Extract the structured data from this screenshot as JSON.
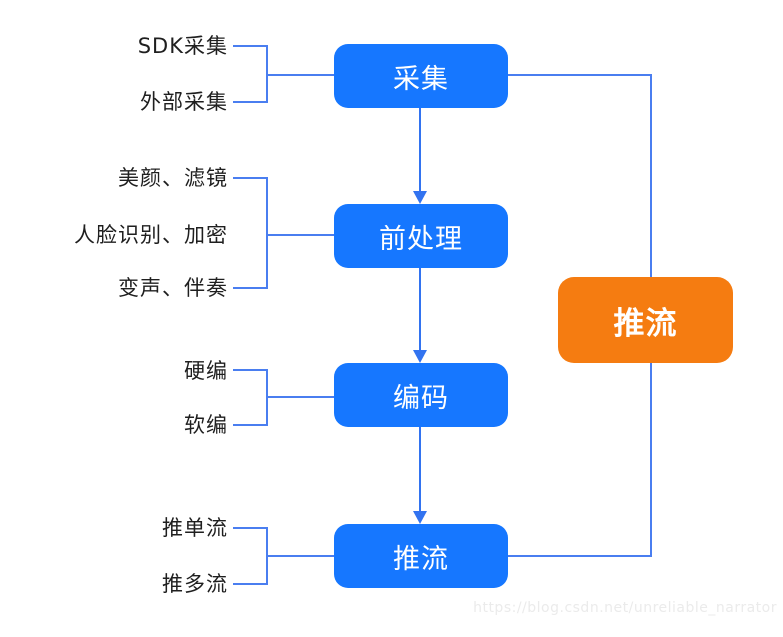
{
  "diagram": {
    "type": "flowchart",
    "topic": "live-streaming push pipeline"
  },
  "flow_nodes": {
    "capture": "采集",
    "preprocess": "前处理",
    "encode": "编码",
    "push": "推流"
  },
  "highlight_node": {
    "label": "推流"
  },
  "side_labels": {
    "sdk": "SDK采集",
    "external": "外部采集",
    "beauty": "美颜、滤镜",
    "face": "人脸识别、加密",
    "voice": "变声、伴奏",
    "hard": "硬编",
    "soft": "软编",
    "single": "推单流",
    "multi": "推多流"
  },
  "watermark": "https://blog.csdn.net/unreliable_narrator",
  "colors": {
    "node_blue": "#1677FF",
    "highlight_orange": "#F57C11",
    "connector_blue": "#4A7EF0",
    "label_text": "#1f1f1f",
    "watermark_gray": "#EBEBEB"
  }
}
